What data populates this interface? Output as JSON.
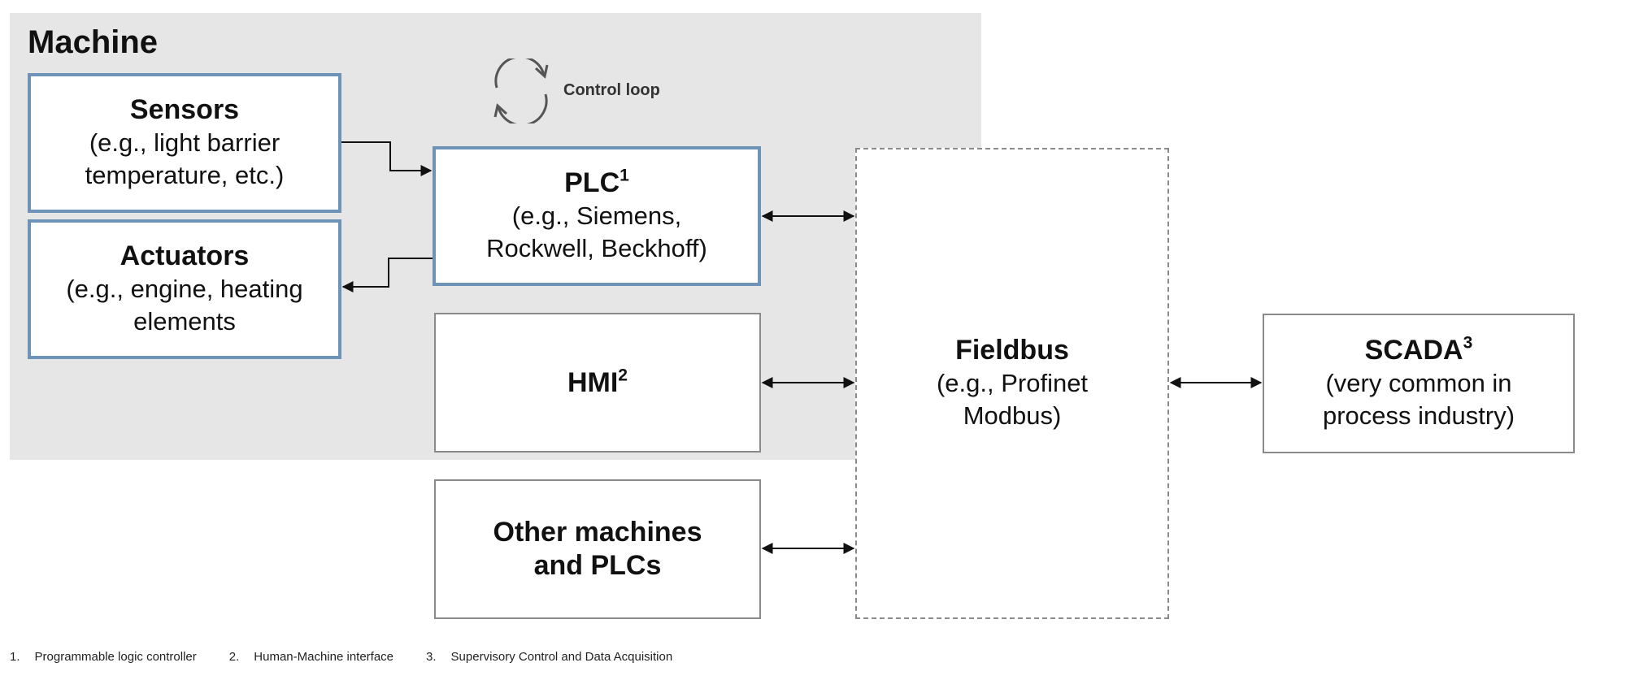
{
  "machine": {
    "title": "Machine"
  },
  "control_loop": {
    "label": "Control loop",
    "icon": "refresh-cycle-icon"
  },
  "boxes": {
    "sensors": {
      "title": "Sensors",
      "lines": [
        "(e.g., light barrier",
        "temperature, etc.)"
      ]
    },
    "actuators": {
      "title": "Actuators",
      "lines": [
        "(e.g., engine, heating",
        "elements"
      ]
    },
    "plc": {
      "title": "PLC",
      "sup": "1",
      "lines": [
        "(e.g., Siemens,",
        "Rockwell, Beckhoff)"
      ]
    },
    "hmi": {
      "title": "HMI",
      "sup": "2"
    },
    "other": {
      "lines": [
        "Other machines",
        "and PLCs"
      ]
    },
    "fieldbus": {
      "title": "Fieldbus",
      "lines": [
        "(e.g., Profinet",
        "Modbus)"
      ]
    },
    "scada": {
      "title": "SCADA",
      "sup": "3",
      "lines": [
        "(very common  in",
        "process industry)"
      ]
    }
  },
  "footnotes": [
    {
      "num": "1.",
      "text": "Programmable logic controller"
    },
    {
      "num": "2.",
      "text": "Human-Machine interface"
    },
    {
      "num": "3.",
      "text": "Supervisory Control and Data Acquisition"
    }
  ],
  "colors": {
    "machine_bg": "#e6e6e6",
    "blue_border": "#6f93b7",
    "gray_border": "#8a8a8a"
  }
}
